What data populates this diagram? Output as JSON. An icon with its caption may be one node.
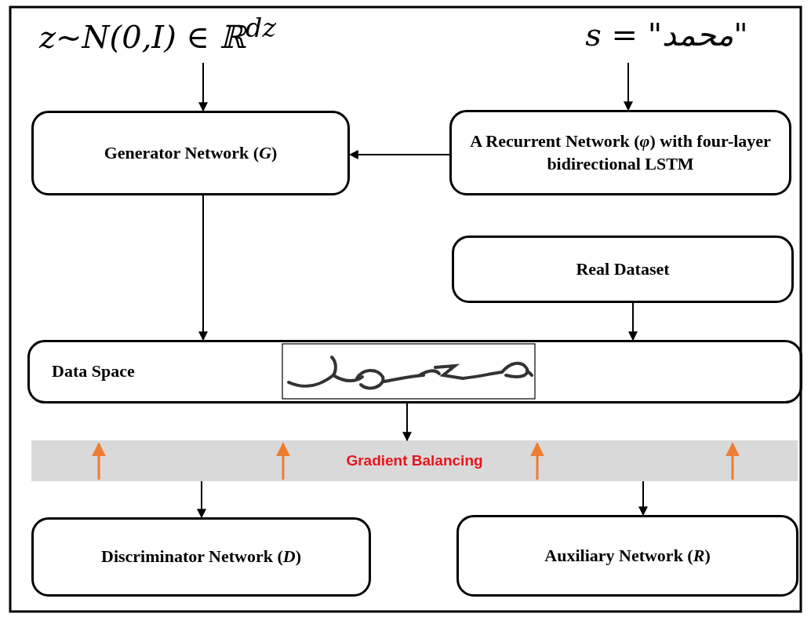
{
  "diagram": {
    "nodes": [
      {
        "text": [
          "z~N(0,I) ∈ ℝ$^{dz}$"
        ]
      },
      {
        "text": [
          "s = \"محمد\""
        ]
      },
      {
        "text": [
          "Generator Network (*G*)"
        ]
      },
      {
        "text": [
          "A Recurrent Network (*φ*) with four-layer bidirectional LSTM"
        ]
      },
      {
        "text": [
          "Real Dataset"
        ]
      },
      {
        "text": [
          "Data Space"
        ]
      },
      {
        "text": [
          "Gradient Balancing"
        ]
      },
      {
        "text": [
          "Discriminator Network (*D*)"
        ]
      },
      {
        "text": [
          "Auxiliary Network (*R*)"
        ]
      }
    ],
    "edges": [
      {
        "from": 0,
        "to": 2,
        "arrow": "to"
      },
      {
        "from": 1,
        "to": 3,
        "arrow": "to"
      },
      {
        "from": 3,
        "to": 2,
        "arrow": "to"
      },
      {
        "from": 2,
        "to": 5,
        "arrow": "to"
      },
      {
        "from": 4,
        "to": 5,
        "arrow": "to"
      },
      {
        "from": 5,
        "to": 6,
        "arrow": "to"
      },
      {
        "from": 6,
        "to": 7,
        "arrow": "to"
      },
      {
        "from": 6,
        "to": 8,
        "arrow": "to"
      }
    ]
  }
}
